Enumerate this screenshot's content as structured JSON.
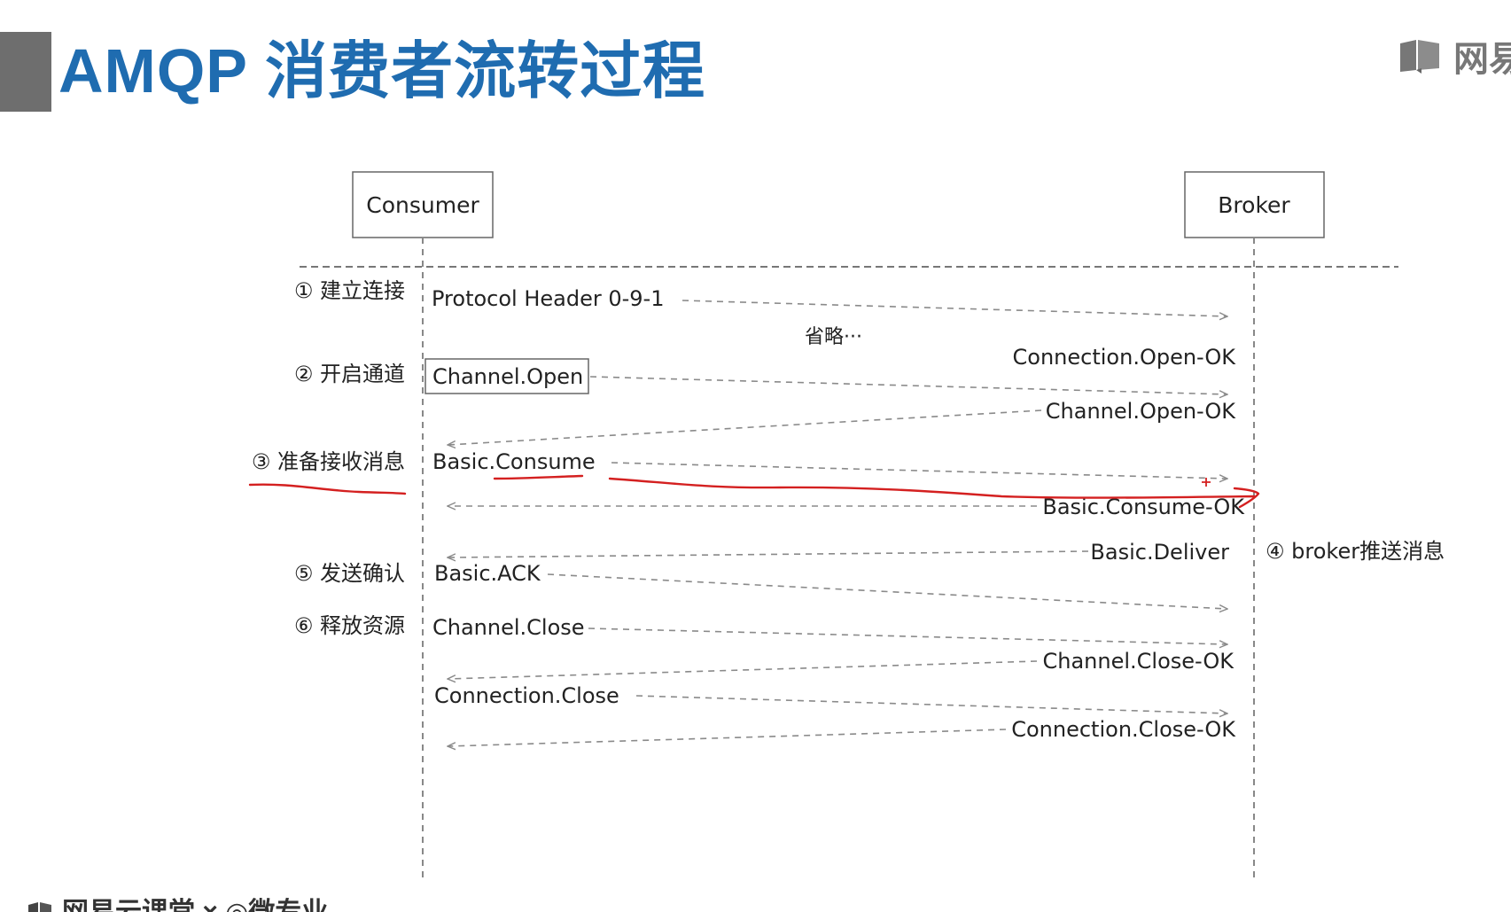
{
  "title": "AMQP 消费者流转过程",
  "brand": {
    "text": "网易",
    "icon": "book-icon"
  },
  "footer": {
    "text": "网易云课堂 × ◎微专业"
  },
  "participants": {
    "consumer": "Consumer",
    "broker": "Broker"
  },
  "steps": [
    {
      "id": "step-1",
      "label": "① 建立连接"
    },
    {
      "id": "step-2",
      "label": "② 开启通道"
    },
    {
      "id": "step-3",
      "label": "③ 准备接收消息"
    },
    {
      "id": "step-4",
      "label": "④ broker推送消息"
    },
    {
      "id": "step-5",
      "label": "⑤ 发送确认"
    },
    {
      "id": "step-6",
      "label": "⑥ 释放资源"
    }
  ],
  "omitted_note": "省略···",
  "messages": [
    {
      "label": "Protocol Header 0-9-1",
      "direction": "consumer-to-broker"
    },
    {
      "label": "Connection.Open-OK",
      "direction": "broker-to-consumer"
    },
    {
      "label": "Channel.Open",
      "direction": "consumer-to-broker",
      "boxed": true
    },
    {
      "label": "Channel.Open-OK",
      "direction": "broker-to-consumer"
    },
    {
      "label": "Basic.Consume",
      "direction": "consumer-to-broker"
    },
    {
      "label": "Basic.Consume-OK",
      "direction": "broker-to-consumer"
    },
    {
      "label": "Basic.Deliver",
      "direction": "broker-to-consumer"
    },
    {
      "label": "Basic.ACK",
      "direction": "consumer-to-broker"
    },
    {
      "label": "Channel.Close",
      "direction": "consumer-to-broker"
    },
    {
      "label": "Channel.Close-OK",
      "direction": "broker-to-consumer"
    },
    {
      "label": "Connection.Close",
      "direction": "consumer-to-broker"
    },
    {
      "label": "Connection.Close-OK",
      "direction": "broker-to-consumer"
    }
  ],
  "colors": {
    "title": "#1f6cb0",
    "arrow": "#8a8a8a",
    "annotation": "#d42020"
  }
}
